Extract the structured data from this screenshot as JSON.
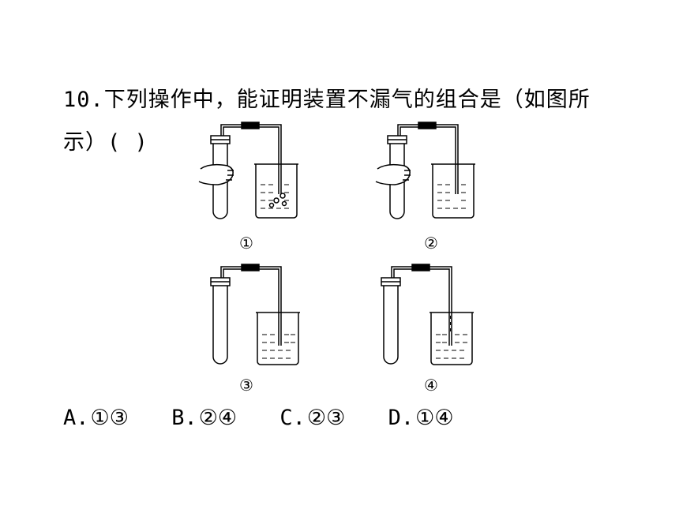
{
  "question": {
    "line1": "10.下列操作中，能证明装置不漏气的组合是（如图所",
    "line2": "示）(    )"
  },
  "figures": [
    {
      "label": "①"
    },
    {
      "label": "②"
    },
    {
      "label": "③"
    },
    {
      "label": "④"
    }
  ],
  "options": [
    {
      "letter": "A.",
      "value": "①③"
    },
    {
      "letter": "B.",
      "value": "②④"
    },
    {
      "letter": "C.",
      "value": "②③"
    },
    {
      "letter": "D.",
      "value": "①④"
    }
  ]
}
